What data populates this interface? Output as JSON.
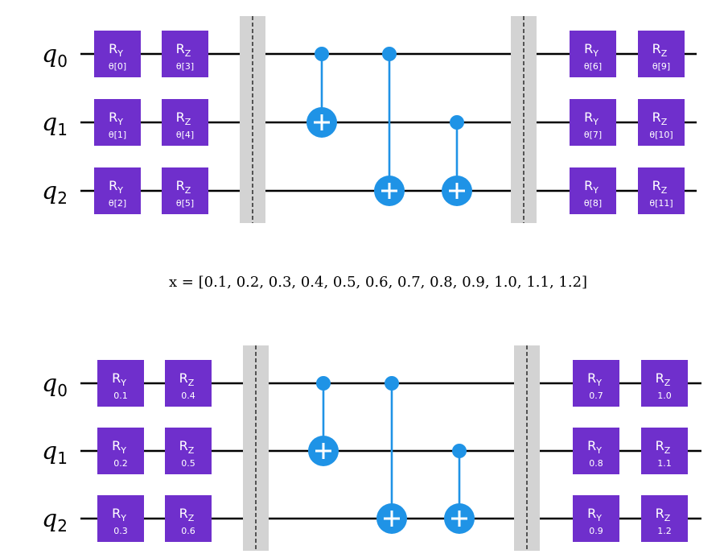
{
  "circuits": [
    {
      "qubits": [
        {
          "letter": "q",
          "index": "0"
        },
        {
          "letter": "q",
          "index": "1"
        },
        {
          "letter": "q",
          "index": "2"
        }
      ],
      "gates_left": [
        {
          "qubit": 0,
          "name": "R",
          "sub": "Y",
          "param": "θ[0]"
        },
        {
          "qubit": 0,
          "name": "R",
          "sub": "Z",
          "param": "θ[3]"
        },
        {
          "qubit": 1,
          "name": "R",
          "sub": "Y",
          "param": "θ[1]"
        },
        {
          "qubit": 1,
          "name": "R",
          "sub": "Z",
          "param": "θ[4]"
        },
        {
          "qubit": 2,
          "name": "R",
          "sub": "Y",
          "param": "θ[2]"
        },
        {
          "qubit": 2,
          "name": "R",
          "sub": "Z",
          "param": "θ[5]"
        }
      ],
      "gates_right": [
        {
          "qubit": 0,
          "name": "R",
          "sub": "Y",
          "param": "θ[6]"
        },
        {
          "qubit": 0,
          "name": "R",
          "sub": "Z",
          "param": "θ[9]"
        },
        {
          "qubit": 1,
          "name": "R",
          "sub": "Y",
          "param": "θ[7]"
        },
        {
          "qubit": 1,
          "name": "R",
          "sub": "Z",
          "param": "θ[10]"
        },
        {
          "qubit": 2,
          "name": "R",
          "sub": "Y",
          "param": "θ[8]"
        },
        {
          "qubit": 2,
          "name": "R",
          "sub": "Z",
          "param": "θ[11]"
        }
      ],
      "cnots": [
        {
          "control": 0,
          "target": 1
        },
        {
          "control": 0,
          "target": 2
        },
        {
          "control": 1,
          "target": 2
        }
      ]
    },
    {
      "qubits": [
        {
          "letter": "q",
          "index": "0"
        },
        {
          "letter": "q",
          "index": "1"
        },
        {
          "letter": "q",
          "index": "2"
        }
      ],
      "gates_left": [
        {
          "qubit": 0,
          "name": "R",
          "sub": "Y",
          "param": "0.1"
        },
        {
          "qubit": 0,
          "name": "R",
          "sub": "Z",
          "param": "0.4"
        },
        {
          "qubit": 1,
          "name": "R",
          "sub": "Y",
          "param": "0.2"
        },
        {
          "qubit": 1,
          "name": "R",
          "sub": "Z",
          "param": "0.5"
        },
        {
          "qubit": 2,
          "name": "R",
          "sub": "Y",
          "param": "0.3"
        },
        {
          "qubit": 2,
          "name": "R",
          "sub": "Z",
          "param": "0.6"
        }
      ],
      "gates_right": [
        {
          "qubit": 0,
          "name": "R",
          "sub": "Y",
          "param": "0.7"
        },
        {
          "qubit": 0,
          "name": "R",
          "sub": "Z",
          "param": "1.0"
        },
        {
          "qubit": 1,
          "name": "R",
          "sub": "Y",
          "param": "0.8"
        },
        {
          "qubit": 1,
          "name": "R",
          "sub": "Z",
          "param": "1.1"
        },
        {
          "qubit": 2,
          "name": "R",
          "sub": "Y",
          "param": "0.9"
        },
        {
          "qubit": 2,
          "name": "R",
          "sub": "Z",
          "param": "1.2"
        }
      ],
      "cnots": [
        {
          "control": 0,
          "target": 1
        },
        {
          "control": 0,
          "target": 2
        },
        {
          "control": 1,
          "target": 2
        }
      ]
    }
  ],
  "caption": "x = [0.1, 0.2, 0.3, 0.4, 0.5, 0.6, 0.7, 0.8, 0.9, 1.0, 1.1, 1.2]",
  "colors": {
    "gate": "#6f2fcc",
    "cnot": "#1f93e6",
    "barrier": "#d3d3d3",
    "wire": "#000000"
  }
}
